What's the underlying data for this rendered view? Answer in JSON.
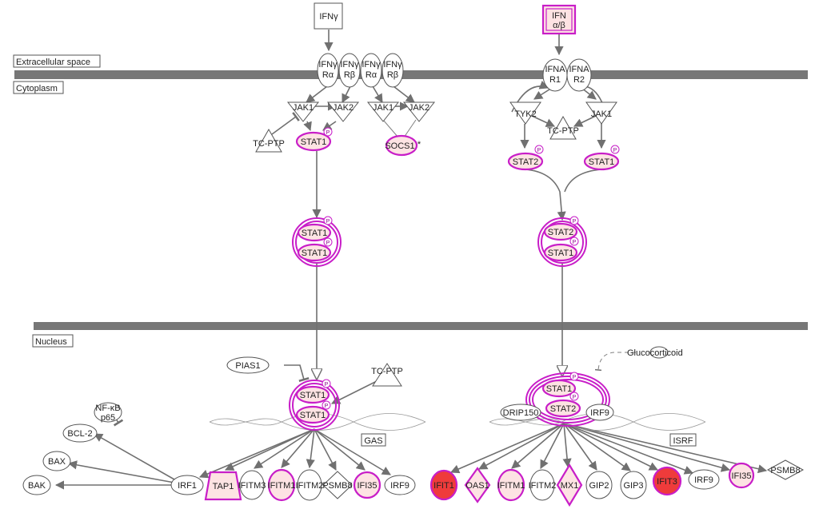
{
  "compartments": {
    "extracellular": "Extracellular space",
    "cytoplasm": "Cytoplasm",
    "nucleus": "Nucleus"
  },
  "ligands": {
    "ifng": "IFNγ",
    "ifnab_line1": "IFN",
    "ifnab_line2": "α/β"
  },
  "receptors": {
    "ifngr_a": [
      "IFNγ",
      "Rα"
    ],
    "ifngr_b": [
      "IFNγ",
      "Rβ"
    ],
    "ifnar1": [
      "IFNA",
      "R1"
    ],
    "ifnar2": [
      "IFNA",
      "R2"
    ]
  },
  "cytoplasm_nodes": {
    "jak1": "JAK1",
    "jak2": "JAK2",
    "tyk2": "TYK2",
    "tcptp": "TC-PTP",
    "stat1": "STAT1",
    "stat2": "STAT2",
    "socs1": "SOCS1",
    "socs1_marker": "*",
    "p": "P"
  },
  "nucleus_nodes": {
    "pias1": "PIAS1",
    "tcptp": "TC-PTP",
    "glucocorticoid": "Glucocorticoid",
    "drip150": "DRIP150",
    "irf9": "IRF9",
    "gas": "GAS",
    "isrf": "ISRF",
    "nfkb_line1": "NF-κB",
    "nfkb_line2": "p65",
    "bcl2": "BCL-2",
    "bax": "BAX",
    "bak": "BAK",
    "irf1": "IRF1"
  },
  "left_targets": [
    "TAP1",
    "IFITM3",
    "IFITM1",
    "IFITM2",
    "PSMB8",
    "IFI35",
    "IRF9"
  ],
  "right_targets": [
    "IFIT1",
    "OAS1",
    "IFITM1",
    "IFITM2",
    "MX1",
    "GIP2",
    "GIP3",
    "IFIT3",
    "IRF9",
    "IFI35",
    "PSMB8"
  ],
  "colors": {
    "highlight_stroke": "#c81ec8",
    "light_fill": "#fde3e3",
    "strong_fill": "#ef3b3b",
    "membrane": "#777777"
  }
}
